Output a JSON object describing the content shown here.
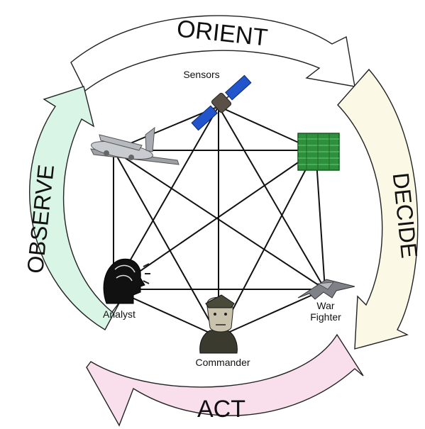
{
  "cycle": {
    "orient": "ORIENT",
    "decide": "DECIDE",
    "act": "ACT",
    "observe": "OBSERVE"
  },
  "nodes": {
    "sensors": "Sensors",
    "analyst": "Analyst",
    "commander": "Commander",
    "war_fighter_line1": "War",
    "war_fighter_line2": "Fighter"
  },
  "colors": {
    "orient_fill": "#ffffff",
    "decide_fill": "#fbf9e6",
    "act_fill": "#f9dfec",
    "observe_fill": "#d9f5e6",
    "network_line": "#111111",
    "datacenter_green": "#2f8f3c",
    "satellite_blue": "#2255cc"
  },
  "icons": [
    "surveillance-aircraft-icon",
    "satellite-icon",
    "server-rack-icon",
    "stealth-bomber-icon",
    "commander-icon",
    "analyst-head-icon"
  ]
}
